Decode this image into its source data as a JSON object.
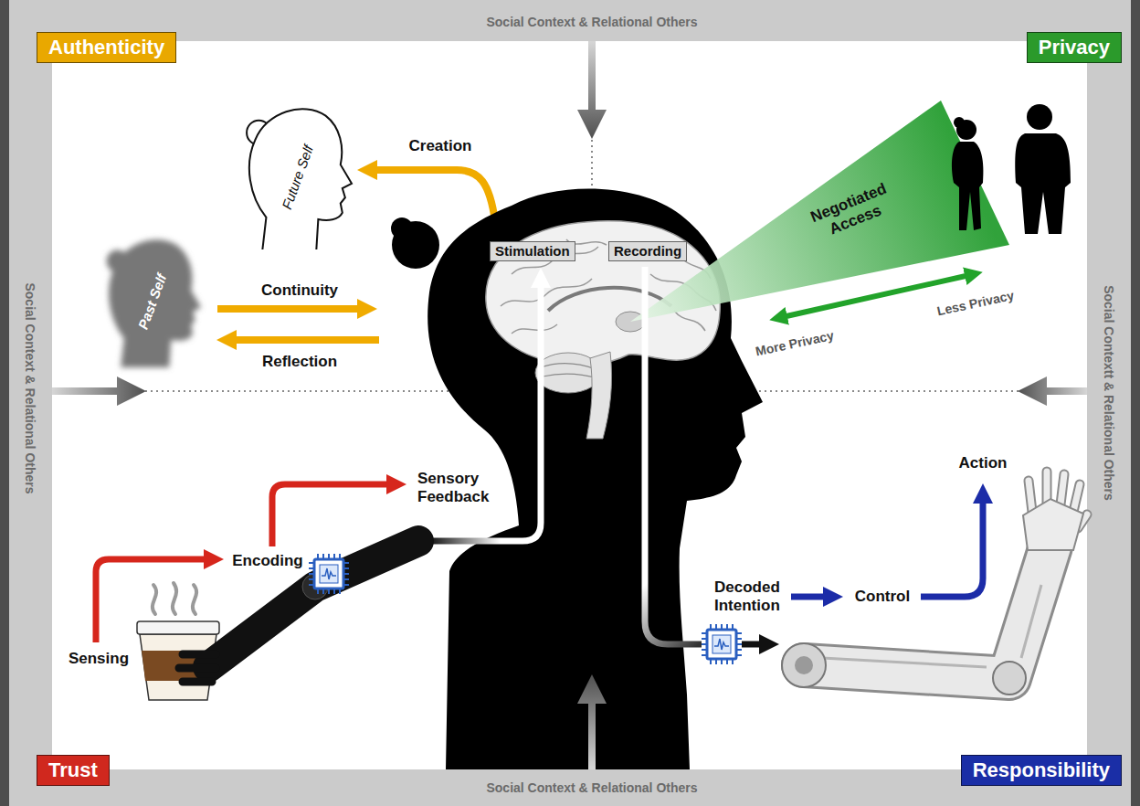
{
  "diagram": {
    "nodes": [
      {
        "text": [
          "Authenticity"
        ]
      },
      {
        "text": [
          "Privacy"
        ]
      },
      {
        "text": [
          "Future Self"
        ]
      },
      {
        "text": [
          "Past Self"
        ]
      },
      {
        "text": [
          "Stimulation"
        ]
      },
      {
        "text": [
          "Recording"
        ]
      },
      {
        "text": [
          "Trust"
        ]
      },
      {
        "text": [
          "Responsibility"
        ]
      }
    ],
    "labels": [
      "Social Context & Relational Others",
      "Social Context & Relational Others",
      "Social Contextt & Relational Others",
      "Creation",
      "Continuity",
      "Reflection",
      "Negotiated Access",
      "More Privacy",
      "Less Privacy",
      "Sensing",
      "Encoding",
      "Sensory Feedback",
      "Decoded Intention",
      "Control",
      "Action",
      "Social Context & Relational Others"
    ]
  }
}
